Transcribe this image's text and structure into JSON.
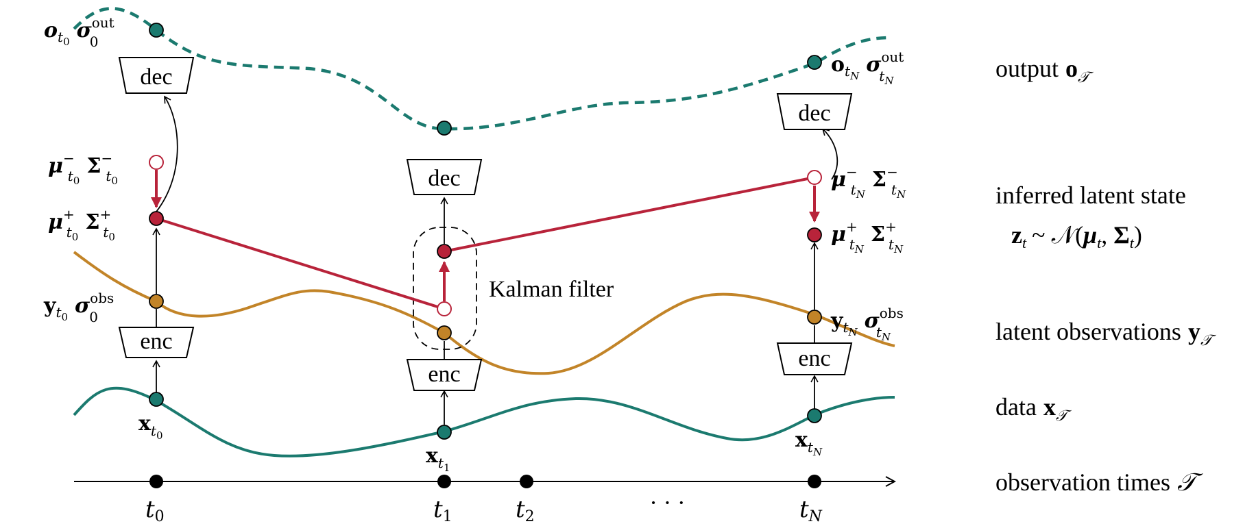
{
  "colors": {
    "teal": "#1b7a6f",
    "ochre": "#c28428",
    "red": "#b8233a",
    "black": "#000000"
  },
  "row_labels": {
    "output": "output",
    "inferred": "inferred latent state",
    "latent_obs": "latent observations",
    "data": "data",
    "times": "observation times"
  },
  "row_symbols": {
    "output": "o",
    "latent_obs": "y",
    "data": "x",
    "times": "𝒯",
    "set_sub": "𝒯",
    "z_eq": "~ 𝒩(",
    "z": "z",
    "z_sub": "t",
    "mu": "μ",
    "Sigma": "Σ"
  },
  "boxes": {
    "dec": "dec",
    "enc": "enc"
  },
  "kalman_label": "Kalman filter",
  "ellipsis": "· · ·",
  "time_ticks": [
    {
      "name": "t0",
      "base": "t",
      "sub": "0"
    },
    {
      "name": "t1",
      "base": "t",
      "sub": "1"
    },
    {
      "name": "t2",
      "base": "t",
      "sub": "2"
    },
    {
      "name": "tN",
      "base": "t",
      "sub": "N"
    }
  ],
  "node_labels": {
    "x_t0": {
      "base": "x",
      "sub": "t",
      "subsub": "0"
    },
    "x_t1": {
      "base": "x",
      "sub": "t",
      "subsub": "1"
    },
    "x_tN": {
      "base": "x",
      "sub": "t",
      "subsub": "N"
    },
    "y_t0": {
      "base": "y",
      "sub": "t",
      "subsub": "0",
      "sigma": "σ",
      "sup": "obs"
    },
    "y_tN": {
      "base": "y",
      "sub": "t",
      "subsub": "N",
      "sigma": "σ",
      "sup": "obs"
    },
    "o_t0": {
      "base": "o",
      "sub": "t",
      "subsub": "0",
      "sigma": "σ",
      "sup": "out"
    },
    "o_tN": {
      "base": "o",
      "sub": "t",
      "subsub": "N",
      "sigma": "σ",
      "sup": "out"
    },
    "mu_minus_t0": {
      "mu": "μ",
      "Sigma": "Σ",
      "sup": "−",
      "sub": "t",
      "subsub": "0"
    },
    "mu_plus_t0": {
      "mu": "μ",
      "Sigma": "Σ",
      "sup": "+",
      "sub": "t",
      "subsub": "0"
    },
    "mu_minus_tN": {
      "mu": "μ",
      "Sigma": "Σ",
      "sup": "−",
      "sub": "t",
      "subsub": "N"
    },
    "mu_plus_tN": {
      "mu": "μ",
      "Sigma": "Σ",
      "sup": "+",
      "sub": "t",
      "subsub": "N"
    }
  }
}
